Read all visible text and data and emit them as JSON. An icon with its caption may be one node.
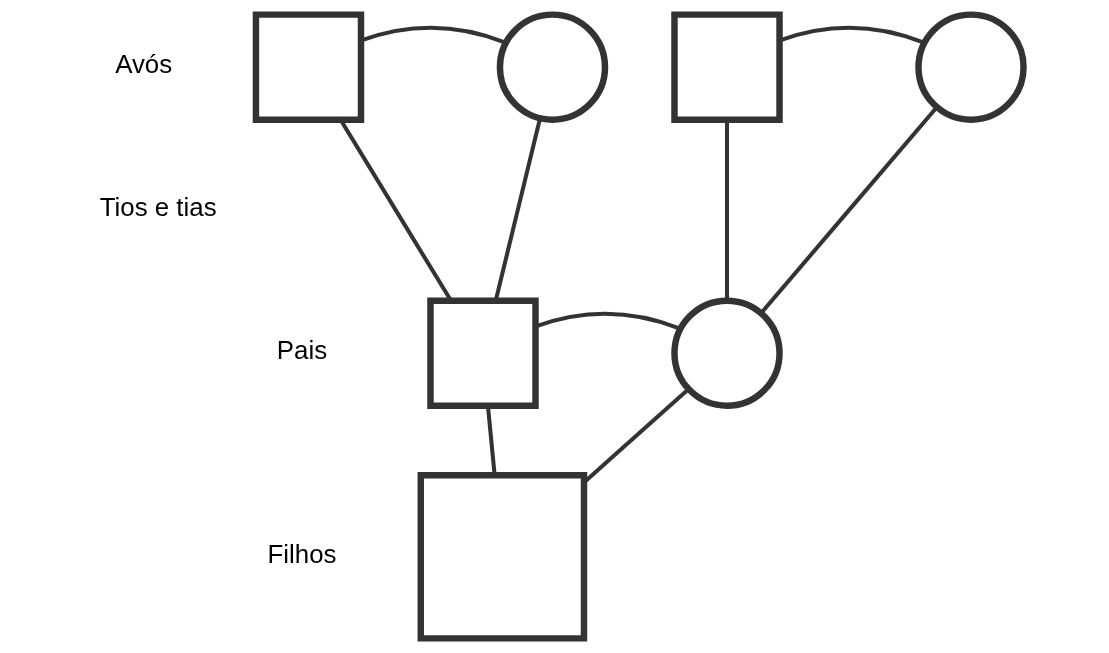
{
  "diagram": {
    "nodes": [
      {
        "text": [],
        "shape": "box"
      },
      {
        "text": [],
        "shape": "circle"
      },
      {
        "text": [],
        "shape": "box"
      },
      {
        "text": [],
        "shape": "circle"
      },
      {
        "text": [],
        "shape": "box"
      },
      {
        "text": [],
        "shape": "circle"
      },
      {
        "text": [],
        "shape": "box"
      }
    ],
    "edges": [
      {
        "from": 0,
        "to": 1,
        "arrow": "none"
      },
      {
        "from": 0,
        "to": 4,
        "arrow": "none"
      },
      {
        "from": 1,
        "to": 4,
        "arrow": "none"
      },
      {
        "from": 2,
        "to": 3,
        "arrow": "none"
      },
      {
        "from": 2,
        "to": 5,
        "arrow": "none"
      },
      {
        "from": 3,
        "to": 5,
        "arrow": "none"
      },
      {
        "from": 4,
        "to": 5,
        "arrow": "none"
      },
      {
        "from": 4,
        "to": 6,
        "arrow": "none"
      },
      {
        "from": 5,
        "to": 6,
        "arrow": "none"
      }
    ],
    "labels": [
      "Avós",
      "Tios e tias",
      "Pais",
      "Filhos"
    ]
  }
}
